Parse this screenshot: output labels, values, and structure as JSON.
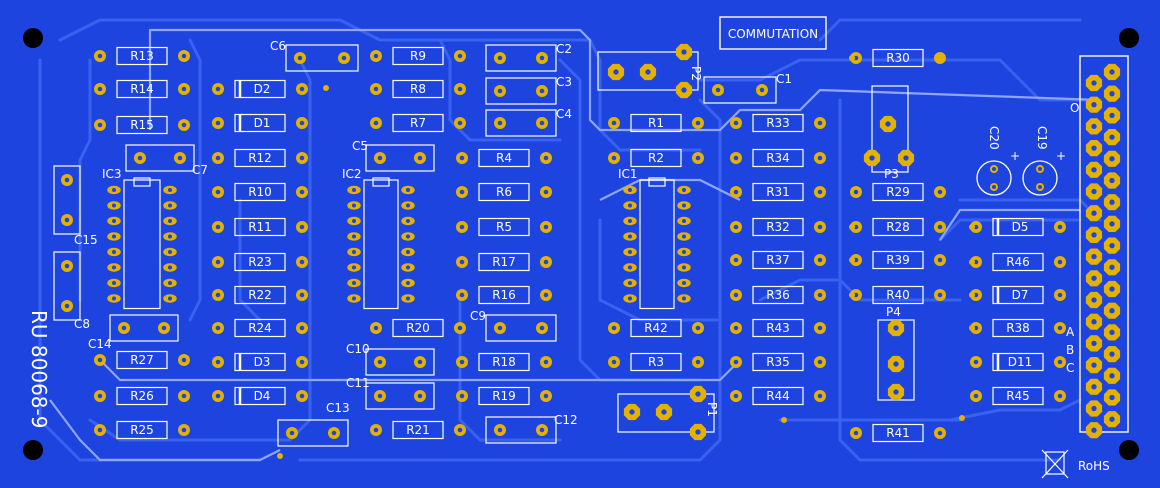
{
  "board": {
    "title": "COMMUTATION",
    "board_id": "RU 80068-9",
    "rohs": "RoHS",
    "colors": {
      "substrate": "#1e44e0",
      "trace": "#3a62f0",
      "silk": "#ffffff",
      "pad": "#e3b100",
      "hole": "#1e44e0"
    }
  },
  "resistors": [
    {
      "id": "R13",
      "label": "R13"
    },
    {
      "id": "R14",
      "label": "R14"
    },
    {
      "id": "R15",
      "label": "R15"
    },
    {
      "id": "R12",
      "label": "R12"
    },
    {
      "id": "R10",
      "label": "R10"
    },
    {
      "id": "R11",
      "label": "R11"
    },
    {
      "id": "R23",
      "label": "R23"
    },
    {
      "id": "R22",
      "label": "R22"
    },
    {
      "id": "R24",
      "label": "R24"
    },
    {
      "id": "R27",
      "label": "R27"
    },
    {
      "id": "R26",
      "label": "R26"
    },
    {
      "id": "R25",
      "label": "R25"
    },
    {
      "id": "R9",
      "label": "R9"
    },
    {
      "id": "R8",
      "label": "R8"
    },
    {
      "id": "R7",
      "label": "R7"
    },
    {
      "id": "R4",
      "label": "R4"
    },
    {
      "id": "R6",
      "label": "R6"
    },
    {
      "id": "R5",
      "label": "R5"
    },
    {
      "id": "R17",
      "label": "R17"
    },
    {
      "id": "R16",
      "label": "R16"
    },
    {
      "id": "R20",
      "label": "R20"
    },
    {
      "id": "R18",
      "label": "R18"
    },
    {
      "id": "R19",
      "label": "R19"
    },
    {
      "id": "R21",
      "label": "R21"
    },
    {
      "id": "R1",
      "label": "R1"
    },
    {
      "id": "R2",
      "label": "R2"
    },
    {
      "id": "R42",
      "label": "R42"
    },
    {
      "id": "R3",
      "label": "R3"
    },
    {
      "id": "R33",
      "label": "R33"
    },
    {
      "id": "R34",
      "label": "R34"
    },
    {
      "id": "R31",
      "label": "R31"
    },
    {
      "id": "R32",
      "label": "R32"
    },
    {
      "id": "R37",
      "label": "R37"
    },
    {
      "id": "R36",
      "label": "R36"
    },
    {
      "id": "R43",
      "label": "R43"
    },
    {
      "id": "R35",
      "label": "R35"
    },
    {
      "id": "R44",
      "label": "R44"
    },
    {
      "id": "R30",
      "label": "R30"
    },
    {
      "id": "R29",
      "label": "R29"
    },
    {
      "id": "R28",
      "label": "R28"
    },
    {
      "id": "R39",
      "label": "R39"
    },
    {
      "id": "R40",
      "label": "R40"
    },
    {
      "id": "R41",
      "label": "R41"
    },
    {
      "id": "R46",
      "label": "R46"
    },
    {
      "id": "R38",
      "label": "R38"
    },
    {
      "id": "R45",
      "label": "R45"
    }
  ],
  "diodes": [
    {
      "id": "D2",
      "label": "D2"
    },
    {
      "id": "D1",
      "label": "D1"
    },
    {
      "id": "D3",
      "label": "D3"
    },
    {
      "id": "D4",
      "label": "D4"
    },
    {
      "id": "D5",
      "label": "D5"
    },
    {
      "id": "D7",
      "label": "D7"
    },
    {
      "id": "D11",
      "label": "D11"
    }
  ],
  "capacitors": [
    {
      "id": "C1",
      "label": "C1"
    },
    {
      "id": "C2",
      "label": "C2"
    },
    {
      "id": "C3",
      "label": "C3"
    },
    {
      "id": "C4",
      "label": "C4"
    },
    {
      "id": "C5",
      "label": "C5"
    },
    {
      "id": "C6",
      "label": "C6"
    },
    {
      "id": "C7",
      "label": "C7"
    },
    {
      "id": "C8",
      "label": "C8"
    },
    {
      "id": "C9",
      "label": "C9"
    },
    {
      "id": "C10",
      "label": "C10"
    },
    {
      "id": "C11",
      "label": "C11"
    },
    {
      "id": "C12",
      "label": "C12"
    },
    {
      "id": "C13",
      "label": "C13"
    },
    {
      "id": "C14",
      "label": "C14"
    },
    {
      "id": "C15",
      "label": "C15"
    },
    {
      "id": "C19",
      "label": "C19"
    },
    {
      "id": "C20",
      "label": "C20"
    }
  ],
  "ics": [
    {
      "id": "IC1",
      "label": "IC1"
    },
    {
      "id": "IC2",
      "label": "IC2"
    },
    {
      "id": "IC3",
      "label": "IC3"
    }
  ],
  "pots": [
    {
      "id": "P1",
      "label": "P1"
    },
    {
      "id": "P2",
      "label": "P2"
    },
    {
      "id": "P3",
      "label": "P3"
    },
    {
      "id": "P4",
      "label": "P4"
    }
  ],
  "connector_labels": {
    "o": "O",
    "a": "A",
    "b": "B",
    "c": "C"
  }
}
